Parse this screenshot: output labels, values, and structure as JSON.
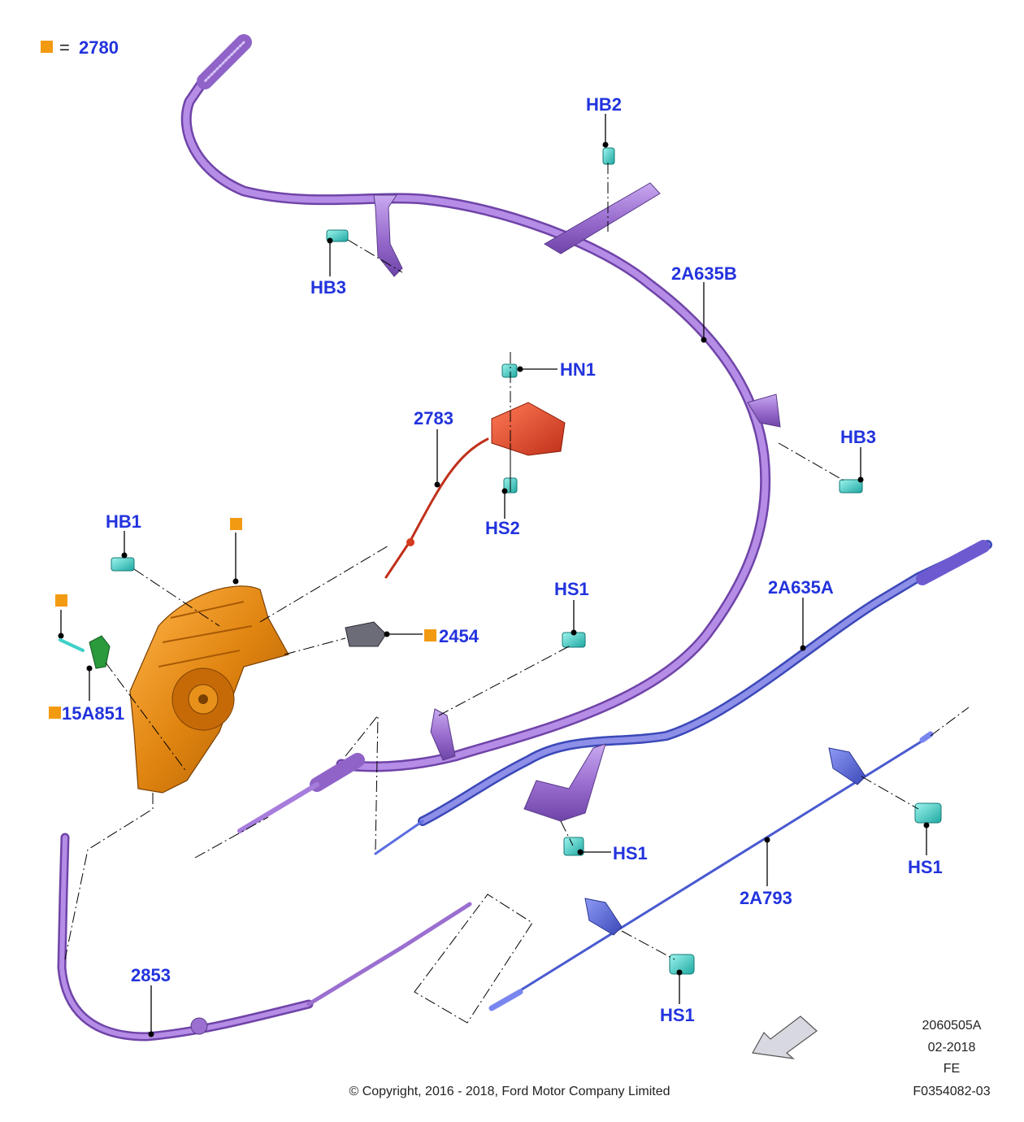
{
  "legend": {
    "marker_color": "#f39a13",
    "equals": "=",
    "part": "2780"
  },
  "labels": {
    "hb2": "HB2",
    "hb3_top": "HB3",
    "hb3_right": "HB3",
    "a2a635b": "2A635B",
    "hn1": "HN1",
    "p2783": "2783",
    "hs2": "HS2",
    "hb1": "HB1",
    "p2454": "2454",
    "hs1_mid": "HS1",
    "a2a635a": "2A635A",
    "p15a851": "15A851",
    "hs1_bracket": "HS1",
    "hs1_right": "HS1",
    "a2a793": "2A793",
    "p2853": "2853",
    "hs1_bottom": "HS1"
  },
  "footer": {
    "ref": "2060505A",
    "date": "02-2018",
    "code": "FE",
    "figure": "F0354082-03",
    "copyright": "© Copyright, 2016 - 2018, Ford Motor Company Limited"
  },
  "colors": {
    "label": "#2233dd",
    "cable_purple": "#9b6fd0",
    "cable_blue": "#5b6ee0",
    "actuator_orange": "#d9780a",
    "red_part": "#d43a1c",
    "fastener_teal": "#3fd0c8",
    "bracket_blue": "#4a5ad0",
    "grey_part": "#6c6c78"
  }
}
